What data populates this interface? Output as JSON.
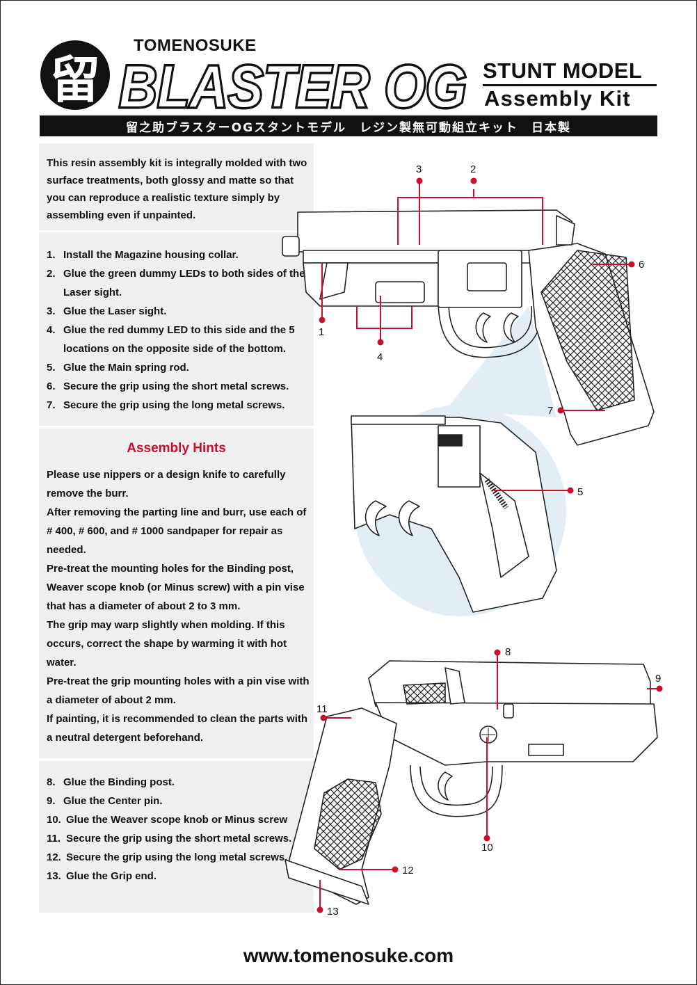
{
  "header": {
    "logo_kanji": "留",
    "brand": "TOMENOSUKE",
    "title": "BLASTER OG",
    "subtitle_line1": "STUNT MODEL",
    "subtitle_line2": "Assembly Kit",
    "japanese_line": "留之助ブラスターOGスタントモデル　レジン製無可動組立キット　日本製"
  },
  "intro": "This resin assembly kit is integrally molded with two surface treatments, both glossy and matte so that you can reproduce a realistic texture simply by assembling even if unpainted.",
  "steps_part1": [
    {
      "num": "1.",
      "text": "Install the Magazine housing collar."
    },
    {
      "num": "2.",
      "text": "Glue the green dummy LEDs to both sides of the Laser sight."
    },
    {
      "num": "3.",
      "text": "Glue the Laser sight."
    },
    {
      "num": "4.",
      "text": "Glue the red dummy LED to this side and the 5 locations on the opposite side of the bottom."
    },
    {
      "num": "5.",
      "text": "Glue the Main spring rod."
    },
    {
      "num": "6.",
      "text": "Secure the grip using the short metal screws."
    },
    {
      "num": "7.",
      "text": "Secure the grip using the long metal screws."
    }
  ],
  "hints": {
    "title": "Assembly Hints",
    "paragraphs": [
      "Please use nippers or a design knife to carefully remove the burr.",
      "After removing the parting line and burr, use each of # 400, # 600, and # 1000 sandpaper for repair as needed.",
      "Pre-treat the mounting holes for the Binding post, Weaver scope knob (or Minus screw) with a pin vise that has a diameter of about 2 to 3 mm.",
      "The grip may warp slightly when molding.  If this occurs, correct the shape by warming it with hot water.",
      "Pre-treat the grip mounting holes with a pin vise with a diameter of about 2 mm.",
      "If painting, it is recommended to clean the parts with a neutral detergent beforehand."
    ]
  },
  "steps_part2": [
    {
      "num": "8.",
      "text": "Glue the Binding post."
    },
    {
      "num": "9.",
      "text": "Glue the Center pin."
    },
    {
      "num": "10.",
      "text": "Glue the Weaver scope knob or Minus screw"
    },
    {
      "num": "11.",
      "text": "Secure the grip using the short metal screws."
    },
    {
      "num": "12.",
      "text": "Secure the grip using the long metal screws."
    },
    {
      "num": "13.",
      "text": "Glue the Grip end."
    }
  ],
  "callouts": [
    "1",
    "2",
    "3",
    "4",
    "5",
    "6",
    "7",
    "8",
    "9",
    "10",
    "11",
    "12",
    "13"
  ],
  "footer_url": "www.tomenosuke.com",
  "colors": {
    "accent": "#c8102e",
    "panel": "#efefef",
    "ink": "#111111",
    "detail_bg": "#e3eef4"
  }
}
